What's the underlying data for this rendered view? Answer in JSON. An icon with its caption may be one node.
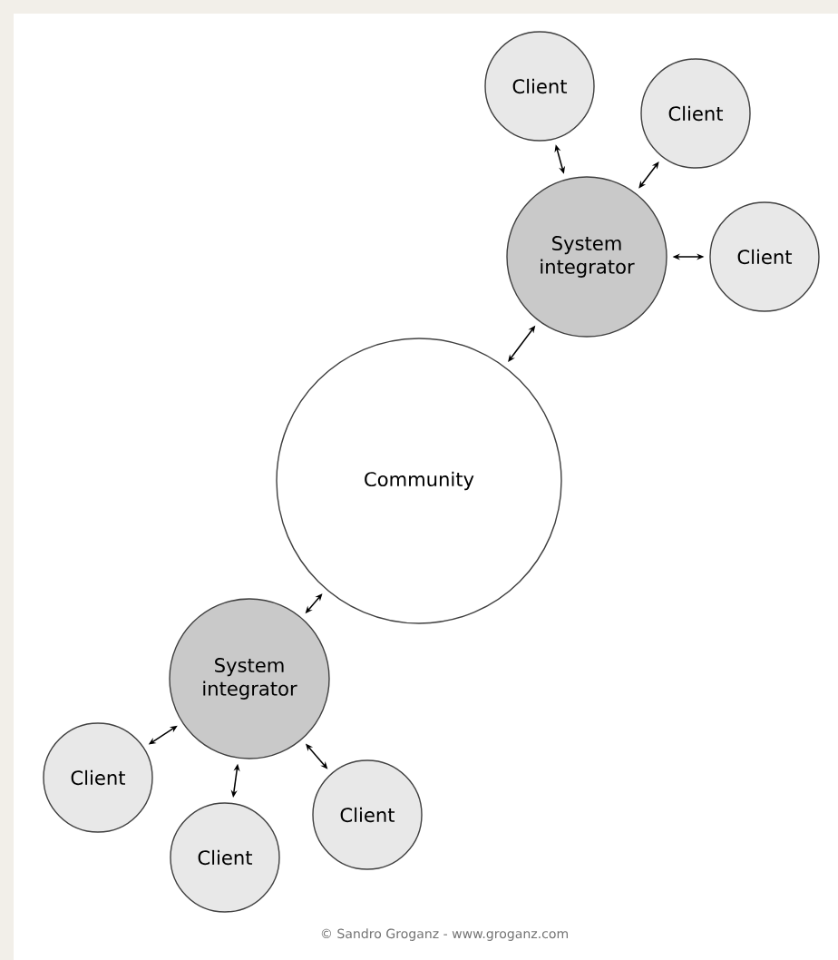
{
  "diagram": {
    "nodes": [
      {
        "text": [
          "Client"
        ]
      },
      {
        "text": [
          "Client"
        ]
      },
      {
        "text": [
          "System integrator"
        ]
      },
      {
        "text": [
          "Client"
        ]
      },
      {
        "text": [
          "Community"
        ]
      },
      {
        "text": [
          "System integrator"
        ]
      },
      {
        "text": [
          "Client"
        ]
      },
      {
        "text": [
          "Client"
        ]
      },
      {
        "text": [
          "Client"
        ]
      }
    ],
    "edges": [
      {
        "from": 2,
        "to": 0,
        "arrow": "both"
      },
      {
        "from": 2,
        "to": 1,
        "arrow": "both"
      },
      {
        "from": 2,
        "to": 3,
        "arrow": "both"
      },
      {
        "from": 4,
        "to": 2,
        "arrow": "both"
      },
      {
        "from": 5,
        "to": 4,
        "arrow": "both"
      },
      {
        "from": 5,
        "to": 6,
        "arrow": "both"
      },
      {
        "from": 5,
        "to": 8,
        "arrow": "both"
      },
      {
        "from": 5,
        "to": 7,
        "arrow": "both"
      }
    ],
    "labels": [
      "© Sandro Groganz - www.groganz.com"
    ]
  }
}
